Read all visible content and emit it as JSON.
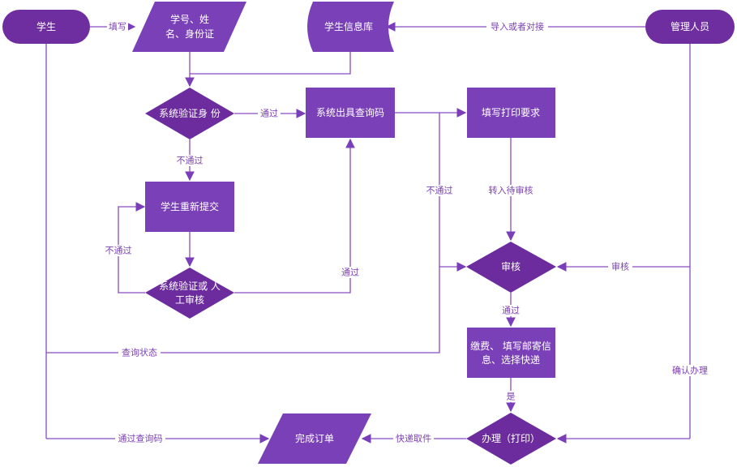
{
  "diagram": {
    "type": "flowchart",
    "colors": {
      "terminator": "#6f2ea0",
      "process": "#7a40b8",
      "decision": "#6c2c9e",
      "io": "#7a40b8",
      "edge": "#8a4cc4",
      "label_text": "#7a3fb0",
      "node_text": "#ffffff"
    },
    "nodes": {
      "student": {
        "shape": "terminator",
        "lines": [
          "学生"
        ]
      },
      "input_id": {
        "shape": "parallelogram",
        "lines": [
          "学号、姓",
          "名、身份证"
        ]
      },
      "student_db": {
        "shape": "stored-data",
        "lines": [
          "学生信息库"
        ]
      },
      "admin": {
        "shape": "terminator",
        "lines": [
          "管理人员"
        ]
      },
      "verify_identity": {
        "shape": "decision",
        "lines": [
          "系统验证身 份"
        ]
      },
      "issue_code": {
        "shape": "process",
        "lines": [
          "系统出具查询码"
        ]
      },
      "fill_print": {
        "shape": "process",
        "lines": [
          "填写打印要求"
        ]
      },
      "resubmit": {
        "shape": "process",
        "lines": [
          "学生重新提交"
        ]
      },
      "verify_manual": {
        "shape": "decision",
        "lines": [
          "系统验证或 人",
          "工审核"
        ]
      },
      "review": {
        "shape": "decision",
        "lines": [
          "审核"
        ]
      },
      "pay": {
        "shape": "process",
        "lines": [
          "缴费、 填写邮寄信",
          "息、选择快递"
        ]
      },
      "handle": {
        "shape": "decision",
        "lines": [
          "办理（打印）"
        ]
      },
      "complete": {
        "shape": "parallelogram",
        "lines": [
          "完成订单"
        ]
      }
    },
    "edges": [
      {
        "id": "e1",
        "from": "student",
        "to": "input_id",
        "label": "填写"
      },
      {
        "id": "e2",
        "from": "admin",
        "to": "student_db",
        "label": "导入或者对接"
      },
      {
        "id": "e3",
        "from": "input_id",
        "to": "verify_identity",
        "label": ""
      },
      {
        "id": "e4",
        "from": "student_db",
        "to": "verify_identity",
        "label": ""
      },
      {
        "id": "e5",
        "from": "verify_identity",
        "to": "issue_code",
        "label": "通过"
      },
      {
        "id": "e6",
        "from": "verify_identity",
        "to": "resubmit",
        "label": "不通过"
      },
      {
        "id": "e7",
        "from": "resubmit",
        "to": "verify_manual",
        "label": ""
      },
      {
        "id": "e8",
        "from": "verify_manual",
        "to": "resubmit",
        "label": "不通过"
      },
      {
        "id": "e9",
        "from": "verify_manual",
        "to": "issue_code",
        "label": "通过"
      },
      {
        "id": "e10",
        "from": "issue_code",
        "to": "fill_print",
        "label": ""
      },
      {
        "id": "e11",
        "from": "issue_code",
        "to": "review",
        "label": "不通过"
      },
      {
        "id": "e12",
        "from": "fill_print",
        "to": "review",
        "label": "转入待审核"
      },
      {
        "id": "e13",
        "from": "admin",
        "to": "review",
        "label": "审核"
      },
      {
        "id": "e14",
        "from": "review",
        "to": "pay",
        "label": "通过"
      },
      {
        "id": "e15",
        "from": "student",
        "to": "review",
        "label": "查询状态"
      },
      {
        "id": "e16",
        "from": "pay",
        "to": "handle",
        "label": "是"
      },
      {
        "id": "e17",
        "from": "admin",
        "to": "handle",
        "label": "确认办理"
      },
      {
        "id": "e18",
        "from": "handle",
        "to": "complete",
        "label": "快递取件"
      },
      {
        "id": "e19",
        "from": "student",
        "to": "complete",
        "label": "通过查询码"
      }
    ]
  }
}
